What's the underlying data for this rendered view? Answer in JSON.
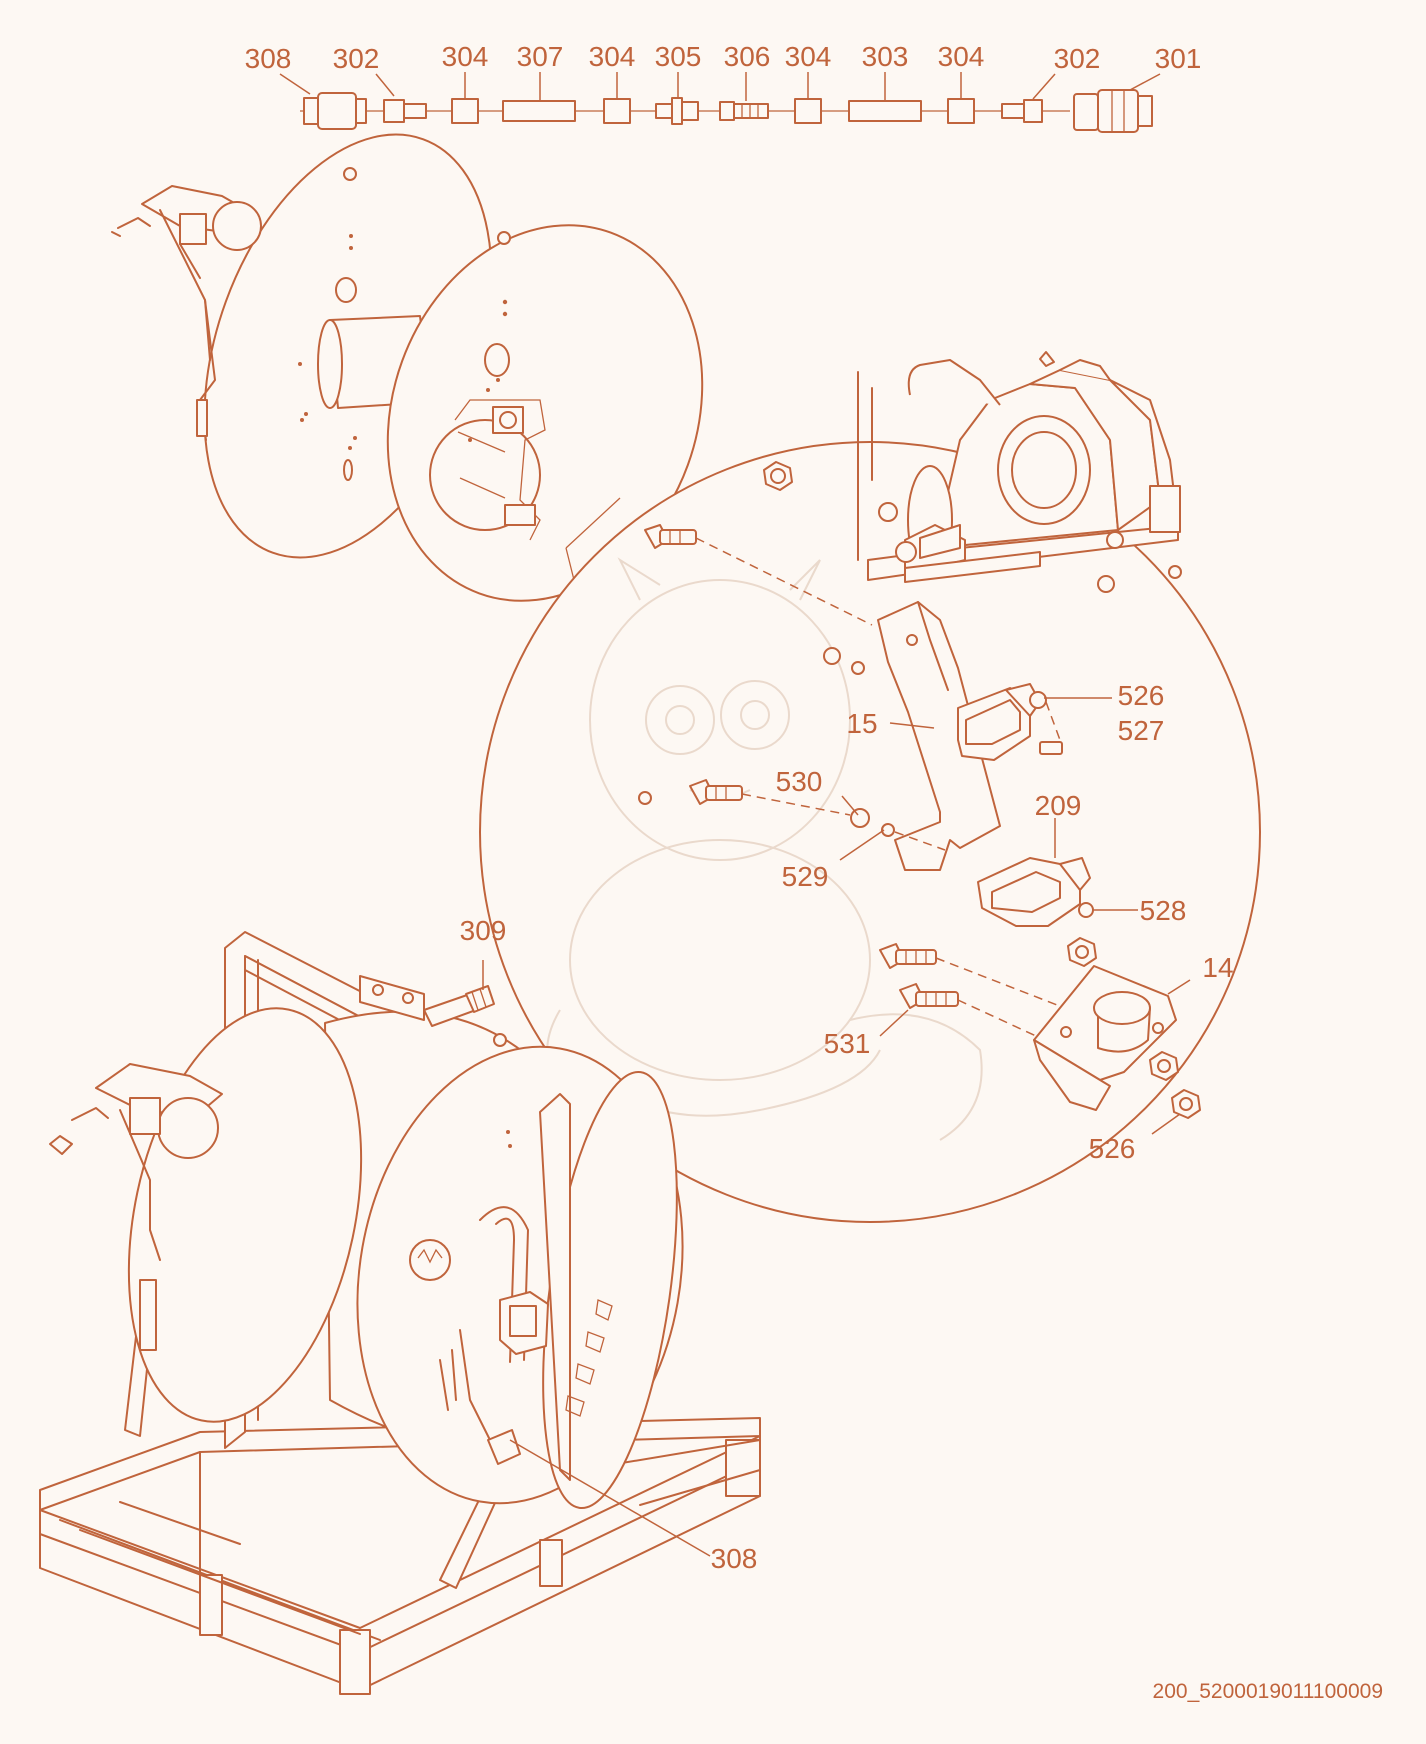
{
  "labels": {
    "hose_assembly": [
      "308",
      "302",
      "304",
      "307",
      "304",
      "305",
      "306",
      "304",
      "303",
      "304",
      "302",
      "301"
    ],
    "detail": [
      "526",
      "527",
      "15",
      "530",
      "209",
      "529",
      "528",
      "14",
      "531",
      "526"
    ],
    "frame": [
      "309",
      "308"
    ]
  },
  "drawing_code": "200_5200019011100009",
  "colors": {
    "line": "#c0643c",
    "background": "#fdf8f3",
    "watermark": "#ead9cc"
  }
}
